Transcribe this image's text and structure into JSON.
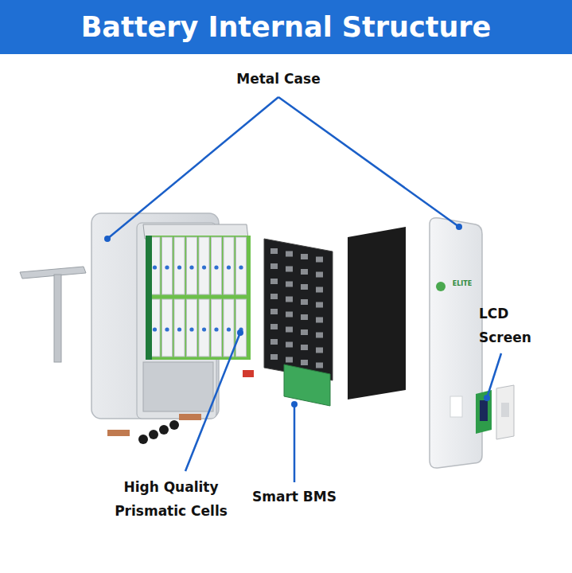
{
  "diagram": {
    "title": "Battery Internal Structure",
    "labels": [
      "Metal Case",
      "LCD Screen",
      "High Quality Prismatic Cells",
      "Smart BMS",
      "ELITE"
    ]
  }
}
